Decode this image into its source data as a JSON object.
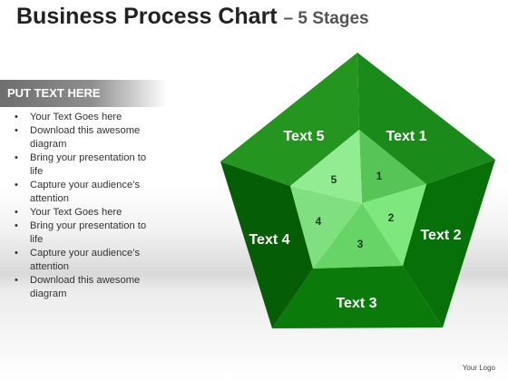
{
  "title": {
    "main": "Business Process Chart",
    "sub": "– 5 Stages"
  },
  "sidebar": {
    "header": "PUT  TEXT HERE",
    "bullets": [
      "Your Text Goes here",
      "Download this awesome diagram",
      "Bring your presentation to life",
      "Capture your audience’s attention",
      "Your Text Goes here",
      "Bring your presentation to life",
      "Capture your audience’s attention",
      "Download this awesome diagram"
    ]
  },
  "diagram": {
    "stages": [
      {
        "number": "1",
        "label": "Text 1",
        "outer_color": "#1a8a1a",
        "inner_color": "#56c456"
      },
      {
        "number": "2",
        "label": "Text 2",
        "outer_color": "#087008",
        "inner_color": "#7ee87e"
      },
      {
        "number": "3",
        "label": "Text 3",
        "outer_color": "#0a7a0a",
        "inner_color": "#66d466"
      },
      {
        "number": "4",
        "label": "Text 4",
        "outer_color": "#055e05",
        "inner_color": "#80e080"
      },
      {
        "number": "5",
        "label": "Text 5",
        "outer_color": "#24951f",
        "inner_color": "#92ec92"
      }
    ]
  },
  "footer": {
    "logo": "Your Logo"
  }
}
